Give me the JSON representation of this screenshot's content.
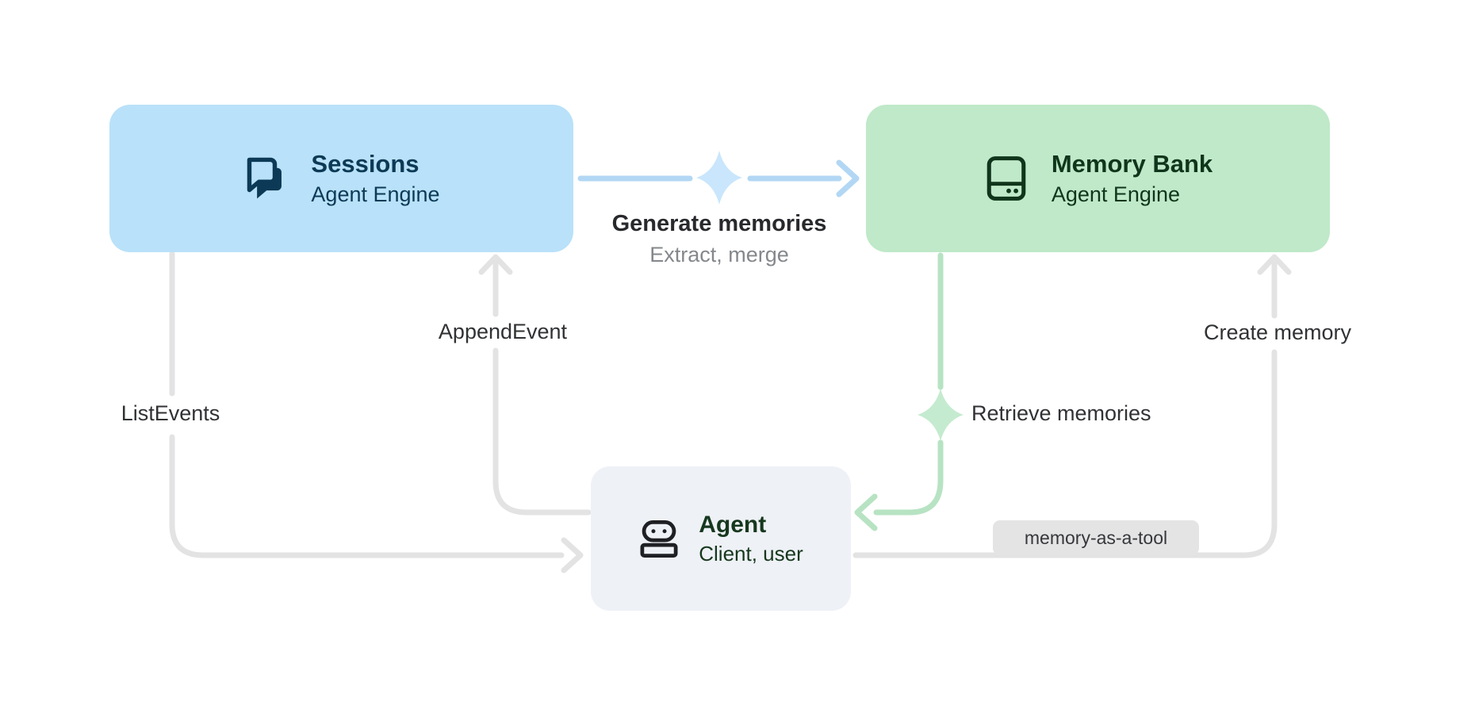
{
  "colors": {
    "canvas_bg": "#ffffff",
    "sessions_fill": "#b9e1f9",
    "sessions_text": "#0c3a56",
    "memory_fill": "#bfe9c9",
    "memory_text": "#10351b",
    "agent_fill": "#eef1f6",
    "agent_text": "#16381e",
    "agent_icon": "#1f2023",
    "arrow_gray": "#e3e3e4",
    "arrow_blue": "#b2d7f4",
    "sparkle_blue": "#c9e6fc",
    "arrow_green": "#b7e3c3",
    "sparkle_green": "#c4ebcf",
    "label_text": "#303234",
    "sublabel_text": "#84888c",
    "badge_fill": "#e4e4e5",
    "badge_text": "#36383b"
  },
  "nodes": {
    "sessions": {
      "title": "Sessions",
      "subtitle": "Agent Engine",
      "icon": "chat-bubbles-icon"
    },
    "memory_bank": {
      "title": "Memory Bank",
      "subtitle": "Agent Engine",
      "icon": "storage-icon"
    },
    "agent": {
      "title": "Agent",
      "subtitle": "Client, user",
      "icon": "robot-icon"
    }
  },
  "edges": {
    "generate": {
      "label": "Generate memories",
      "sublabel": "Extract, merge",
      "icon": "sparkle-icon",
      "from": "Sessions",
      "to": "Memory Bank"
    },
    "append_event": {
      "label": "AppendEvent",
      "from": "Agent",
      "to": "Sessions"
    },
    "list_events": {
      "label": "ListEvents",
      "from": "Sessions",
      "to": "Agent"
    },
    "retrieve": {
      "label": "Retrieve memories",
      "icon": "sparkle-icon",
      "from": "Memory Bank",
      "to": "Agent"
    },
    "create_memory": {
      "label": "Create memory",
      "badge": "memory-as-a-tool",
      "from": "Agent",
      "to": "Memory Bank"
    }
  }
}
